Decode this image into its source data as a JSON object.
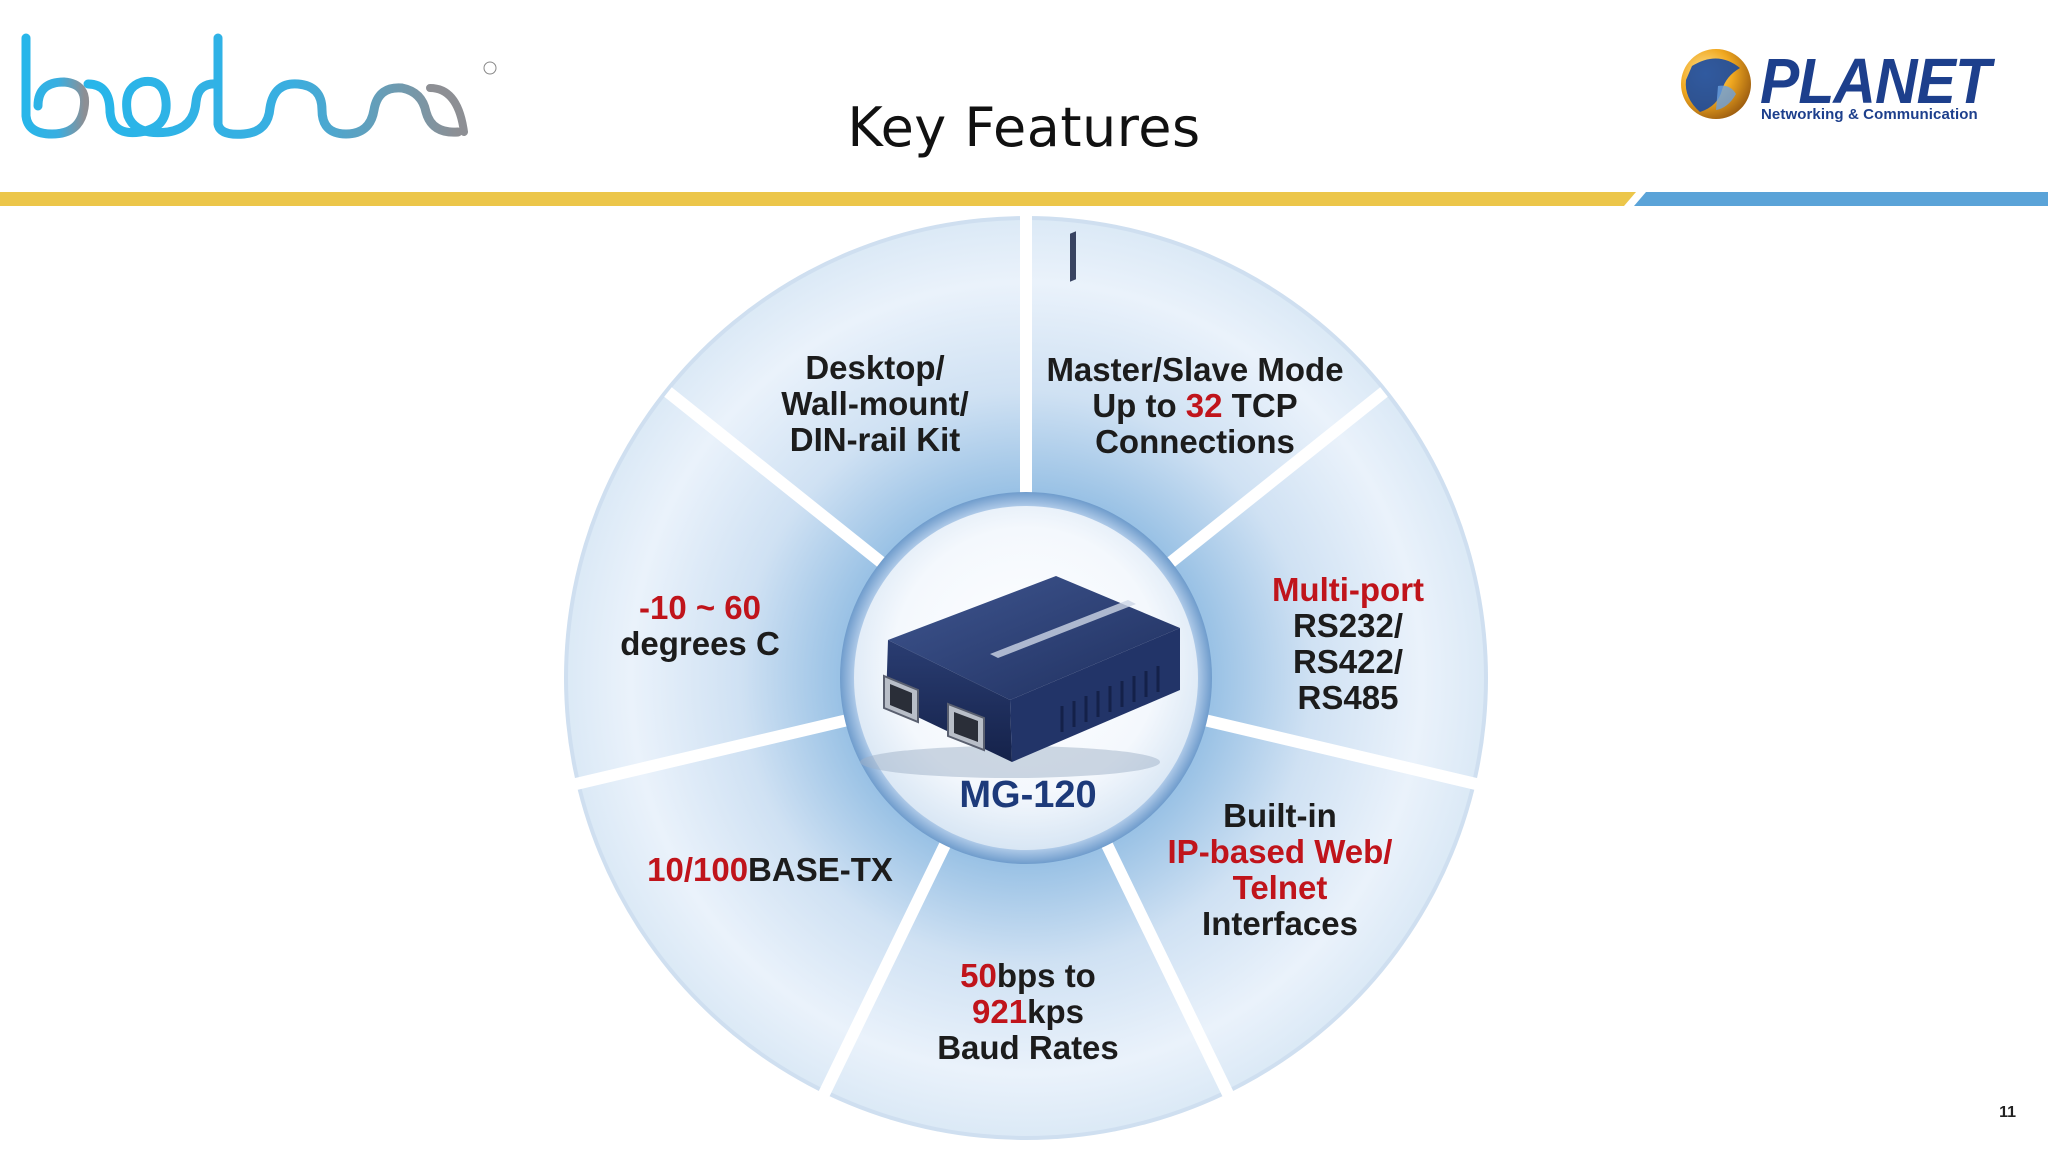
{
  "header": {
    "brand_name": "bluboxx",
    "brand_registered": "R",
    "title": "Key Features",
    "partner_logo": {
      "name": "PLANET",
      "tagline": "Networking & Communication"
    }
  },
  "colors": {
    "accent_yellow": "#ecc64a",
    "accent_blue": "#5aa3d8",
    "highlight_red": "#c0141b",
    "text_dark": "#1c1c1c",
    "model_blue": "#1d3a7a"
  },
  "product": {
    "model": "MG-120"
  },
  "features": {
    "top_left": {
      "line1": "Desktop/",
      "line2": "Wall-mount/",
      "line3": "DIN-rail Kit"
    },
    "top_right": {
      "line1": "Master/Slave Mode",
      "line2_prefix": "Up to ",
      "line2_highlight": "32",
      "line2_suffix": " TCP",
      "line3": "Connections"
    },
    "right": {
      "line1_highlight": "Multi-port",
      "line2": "RS232/",
      "line3": "RS422/",
      "line4": "RS485"
    },
    "bottom_right": {
      "line1": "Built-in",
      "line2_highlight": "IP-based Web/",
      "line3_highlight": "Telnet",
      "line4": "Interfaces"
    },
    "bottom": {
      "line1_highlight": "50",
      "line1_suffix": "bps to",
      "line2_highlight": "921",
      "line2_suffix": "kps",
      "line3": "Baud Rates"
    },
    "bottom_left": {
      "highlight": "10/100",
      "suffix": "BASE-TX"
    },
    "left": {
      "line1_highlight": "-10 ~ 60",
      "line2": "degrees C"
    }
  },
  "page_number": "11"
}
